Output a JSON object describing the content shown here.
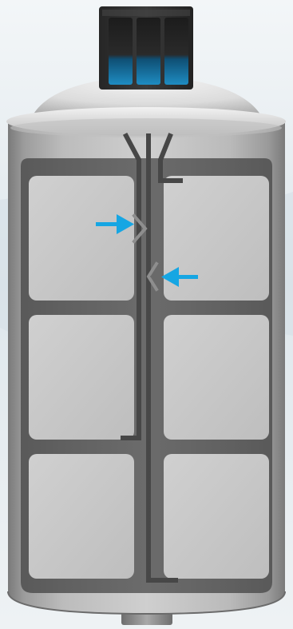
{
  "diagram": {
    "type": "cutaway-illustration",
    "components": [
      {
        "name": "terminal-connector",
        "icon": "three-slot-connector"
      },
      {
        "name": "domed-top-cap"
      },
      {
        "name": "cylindrical-housing"
      },
      {
        "name": "inner-frame"
      },
      {
        "name": "cell-panels",
        "count": 6,
        "rows": 3,
        "columns": 2
      },
      {
        "name": "central-busbars"
      },
      {
        "name": "bottom-mount"
      }
    ],
    "indicators": [
      {
        "name": "arrow-left-pointing-right",
        "direction": "right"
      },
      {
        "name": "arrow-right-pointing-left",
        "direction": "left"
      }
    ]
  },
  "colors": {
    "background": "#e9eef2",
    "housing_light": "#c9c9c9",
    "housing_dark": "#7d7d7d",
    "frame": "#5d5d5d",
    "panel": "#c6c6c6",
    "busbar": "#4a4a4a",
    "connector_body": "#2f2f2f",
    "connector_blue": "#1e7fb0",
    "arrow": "#16a6e3"
  }
}
